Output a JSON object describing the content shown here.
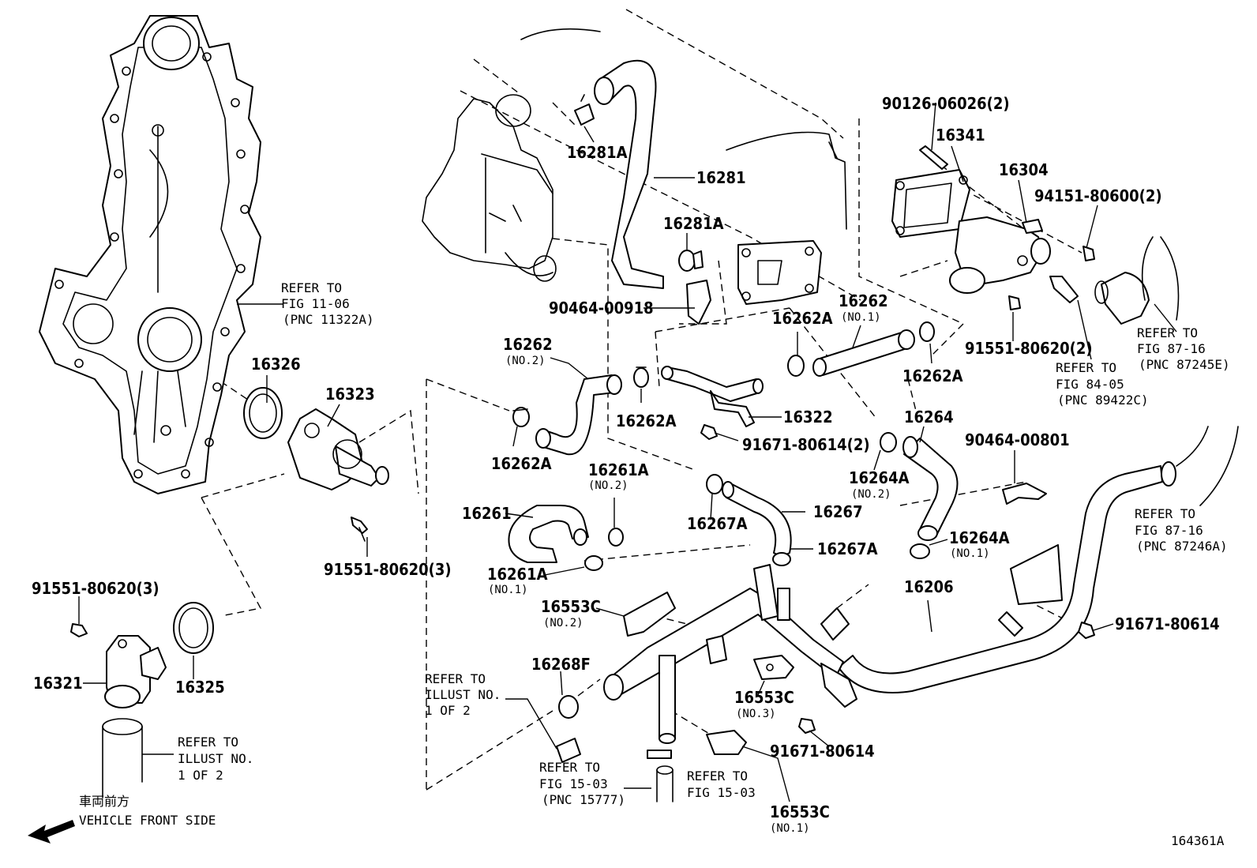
{
  "figure_id": "164361A",
  "front_note": {
    "jp": "車両前方",
    "en": "VEHICLE FRONT SIDE"
  },
  "labels": {
    "l16326": "16326",
    "l16323": "16323",
    "l91551_3a": "91551-80620(3)",
    "l91551_3b": "91551-80620(3)",
    "l16321": "16321",
    "l16325": "16325",
    "l16281A_top": "16281A",
    "l16281": "16281",
    "l16281A_mid": "16281A",
    "l90464_918": "90464-00918",
    "l16262_no2": "16262",
    "l16262_no1": "16262",
    "l16262A_a": "16262A",
    "l16262A_b": "16262A",
    "l16262A_c": "16262A",
    "l16262A_d": "16262A",
    "l16322": "16322",
    "l91671_2": "91671-80614(2)",
    "l16261": "16261",
    "l16261A_no2": "16261A",
    "l16261A_no1": "16261A",
    "l16267": "16267",
    "l16267A_a": "16267A",
    "l16267A_b": "16267A",
    "l16264": "16264",
    "l16264A_no2": "16264A",
    "l16264A_no1": "16264A",
    "l90464_801": "90464-00801",
    "l16553C_no2": "16553C",
    "l16268F": "16268F",
    "l16553C_no3": "16553C",
    "l91671_b": "91671-80614",
    "l16553C_no1": "16553C",
    "l16206": "16206",
    "l91671_a": "91671-80614",
    "l90126": "90126-06026(2)",
    "l16341": "16341",
    "l16304": "16304",
    "l94151": "94151-80600(2)",
    "l91551_2": "91551-80620(2)"
  },
  "subs": {
    "no2_16262": "(NO.2)",
    "no1_16262": "(NO.1)",
    "no2_16261A": "(NO.2)",
    "no1_16261A": "(NO.1)",
    "no2_16264A": "(NO.2)",
    "no1_16264A": "(NO.1)",
    "no2_16553C": "(NO.2)",
    "no3_16553C": "(NO.3)",
    "no1_16553C": "(NO.1)"
  },
  "refs": {
    "fig1106": [
      "REFER TO",
      "FIG 11-06",
      "(PNC 11322A)"
    ],
    "fig8716e": [
      "REFER TO",
      "FIG 87-16",
      "(PNC 87245E)"
    ],
    "fig8405": [
      "REFER TO",
      "FIG 84-05",
      "(PNC 89422C)"
    ],
    "fig8716a": [
      "REFER TO",
      "FIG 87-16",
      "(PNC 87246A)"
    ],
    "illust_left": [
      "REFER TO",
      "ILLUST NO.",
      "1 OF 2"
    ],
    "illust_mid": [
      "REFER TO",
      "ILLUST NO.",
      "1 OF 2"
    ],
    "fig1503a": [
      "REFER TO",
      "FIG 15-03",
      "(PNC 15777)"
    ],
    "fig1503b": [
      "REFER TO",
      "FIG 15-03"
    ]
  }
}
